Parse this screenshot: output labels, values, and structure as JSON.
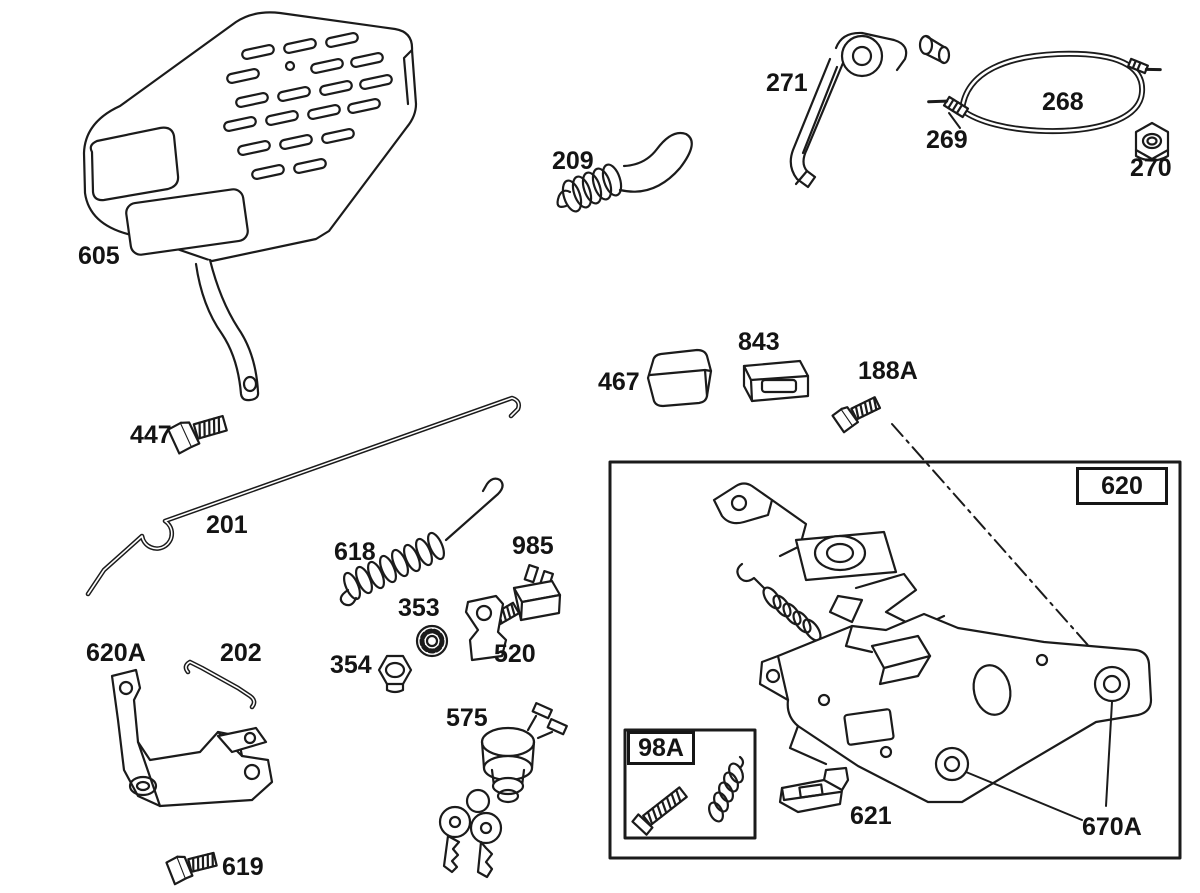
{
  "diagram": {
    "background_color": "#ffffff",
    "line_color": "#1b1b1b",
    "boxed_labels": [
      "620",
      "98A"
    ],
    "labels": {
      "p605": "605",
      "p447": "447",
      "p209": "209",
      "p271": "271",
      "p268": "268",
      "p269": "269",
      "p270": "270",
      "p467": "467",
      "p843": "843",
      "p188A": "188A",
      "p620": "620",
      "p201": "201",
      "p618": "618",
      "p985": "985",
      "p353": "353",
      "p354": "354",
      "p520": "520",
      "p620A": "620A",
      "p202": "202",
      "p575": "575",
      "p98A": "98A",
      "p621": "621",
      "p619": "619",
      "p670A": "670A"
    }
  }
}
